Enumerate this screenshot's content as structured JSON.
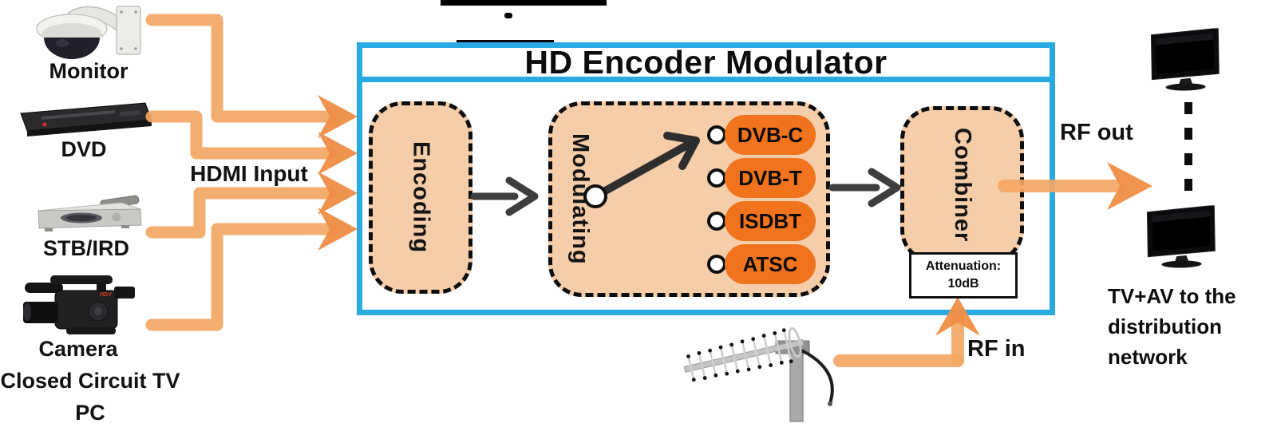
{
  "title": "HD Encoder Modulator",
  "inputs": {
    "label": "HDMI Input",
    "devices": [
      {
        "label": "Monitor",
        "icon": "security-camera-icon"
      },
      {
        "label": "DVD",
        "icon": "dvd-player-icon"
      },
      {
        "label": "STB/IRD",
        "icon": "set-top-box-icon"
      },
      {
        "label": "Camera",
        "icon": "camcorder-icon"
      }
    ],
    "extra_source_labels": [
      "Closed Circuit TV",
      "PC"
    ]
  },
  "blocks": {
    "encoding": "Encoding",
    "modulating": "Modulating",
    "combiner": "Combiner"
  },
  "modulation": {
    "options": [
      {
        "label": "DVB-C",
        "selected": true
      },
      {
        "label": "DVB-T",
        "selected": false
      },
      {
        "label": "ISDBT",
        "selected": false
      },
      {
        "label": "ATSC",
        "selected": false
      }
    ]
  },
  "attenuation": {
    "line1": "Attenuation:",
    "line2": "10dB"
  },
  "rf": {
    "out_label": "RF out",
    "in_label": "RF in"
  },
  "output": {
    "caption_lines": [
      "TV+AV to the",
      "distribution",
      "network"
    ],
    "tv_icon": "tv-icon",
    "antenna_icon": "yagi-antenna-icon"
  },
  "colors": {
    "accent_blue": "#29ABE2",
    "block_fill": "#F6CDA9",
    "pill_orange": "#F1731D",
    "arrow_orange": "#F3A763",
    "arrow_head_orange": "#EF8E45",
    "dark_arrow": "#3E3E3E"
  }
}
